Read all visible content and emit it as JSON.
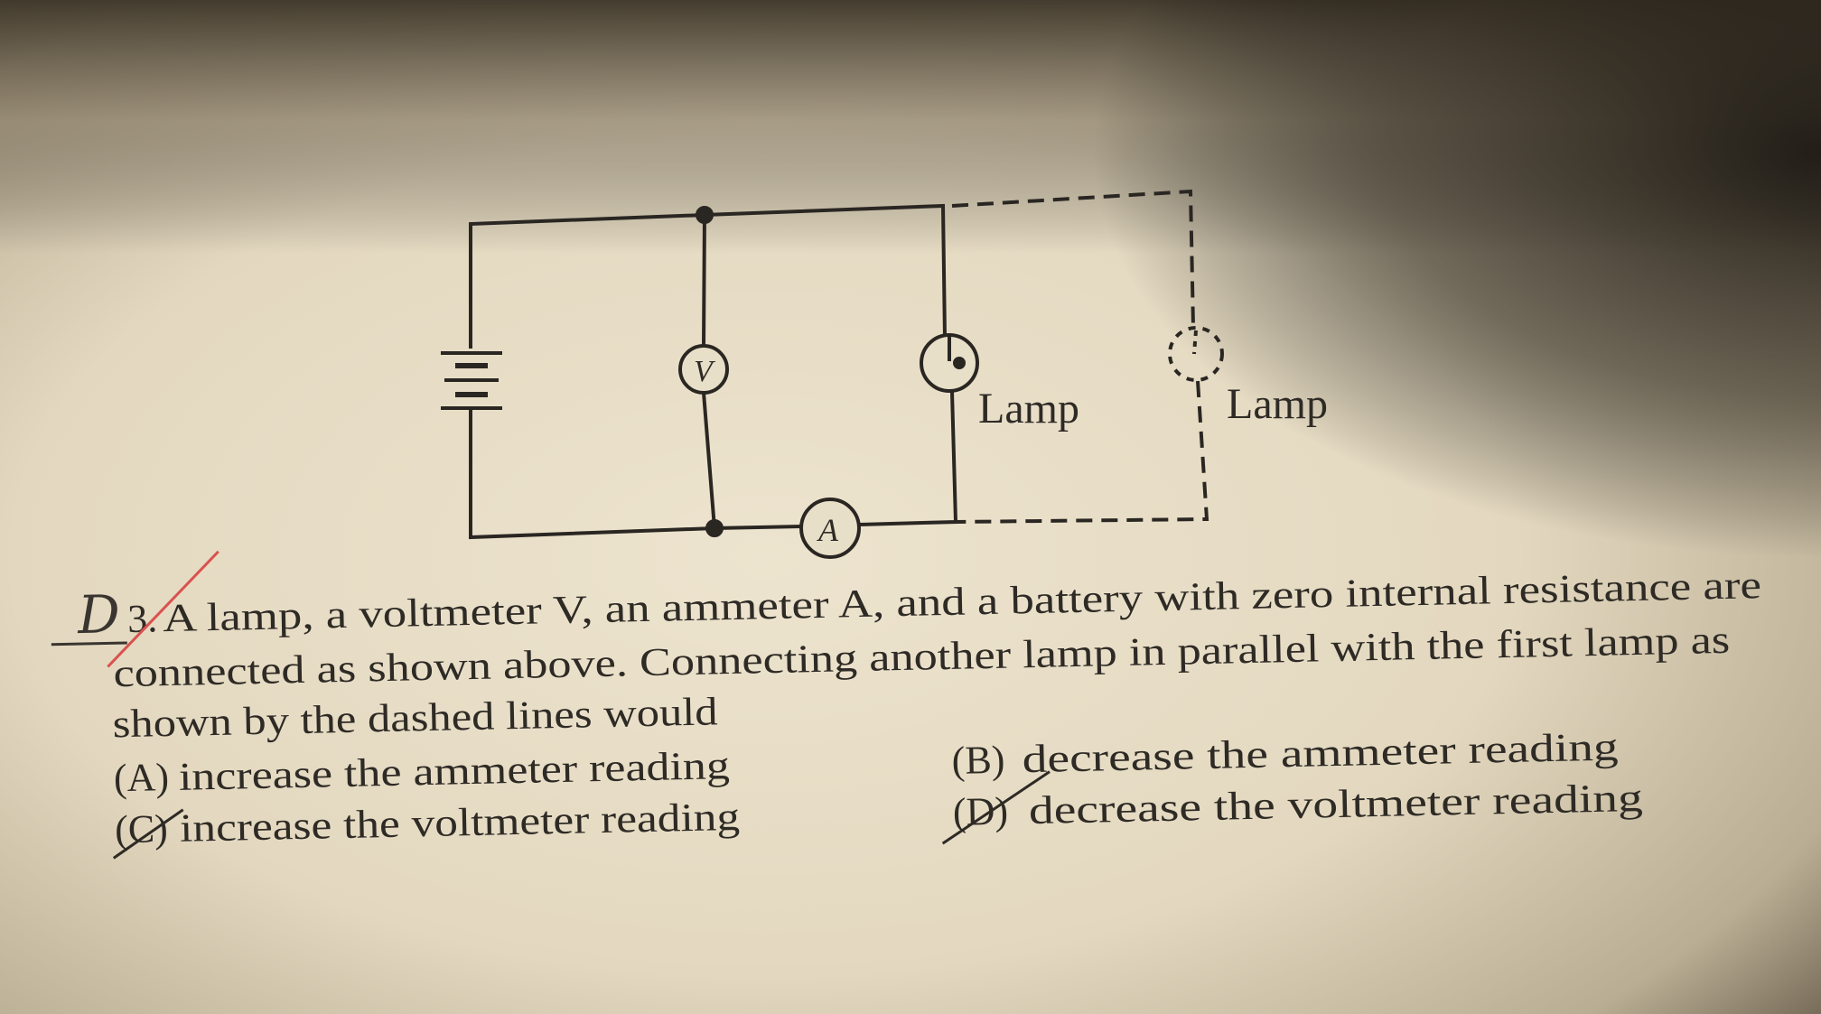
{
  "diagram": {
    "voltmeter_label": "V",
    "ammeter_label": "A",
    "lamp_label": "Lamp",
    "dashed_lamp_label": "Lamp"
  },
  "question": {
    "handwritten_answer": "D",
    "number": "3.",
    "line1": "A lamp, a voltmeter V, an ammeter A, and a battery with zero internal resistance are",
    "line2": "connected as shown above. Connecting another lamp in parallel with the first lamp as",
    "line3": "shown by the dashed lines would",
    "choices": [
      {
        "letter": "(A)",
        "text": "increase the ammeter reading"
      },
      {
        "letter": "(B)",
        "text": "decrease the ammeter reading"
      },
      {
        "letter": "(C)",
        "text": "increase the voltmeter reading"
      },
      {
        "letter": "(D)",
        "text": "decrease the voltmeter reading"
      }
    ]
  },
  "colors": {
    "paper": "#e6dcc6",
    "ink": "#2e2a25",
    "red_pen": "#d9524f"
  }
}
